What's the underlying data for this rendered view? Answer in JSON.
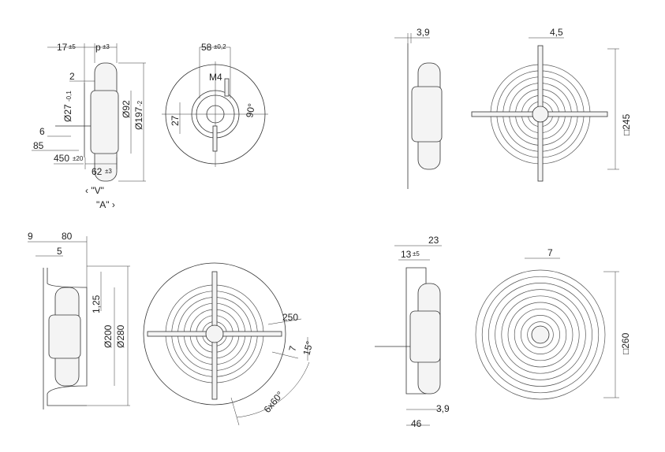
{
  "drawing": {
    "view1_side": {
      "dim_17": "17",
      "tol_17": "±5",
      "dim_p": "p",
      "tol_p": "±3",
      "dim_2": "2",
      "dim_d27": "Ø27",
      "tol_d27": "-0,1",
      "dim_6": "6",
      "dim_85": "85",
      "dim_450": "450",
      "tol_450": "±20",
      "dim_62": "62",
      "tol_62": "±3",
      "dim_d92": "Ø92",
      "dim_d197": "Ø197",
      "tol_d197": "-2",
      "direction_v": "‹ \"V\"",
      "direction_a": "\"A\" ›"
    },
    "view1_front": {
      "dim_58": "58",
      "tol_58": "±0,2",
      "thread_m4": "M4",
      "dim_27": "27",
      "angle_90": "90°"
    },
    "view2_side": {
      "dim_3_9": "3,9"
    },
    "view2_front": {
      "dim_4_5": "4,5",
      "dim_245": "□245"
    },
    "view3_side": {
      "dim_9": "9",
      "dim_80": "80",
      "dim_5": "5",
      "dim_1_25": "1,25",
      "dim_d200": "Ø200",
      "dim_d280": "Ø280"
    },
    "view3_front": {
      "dim_250": "250",
      "dim_7": "7",
      "angle_15": "15°",
      "angle_6x60": "6x60°"
    },
    "view4_side": {
      "dim_23": "23",
      "dim_13": "13",
      "tol_13": "±5",
      "dim_3_9": "3,9",
      "dim_46": "46"
    },
    "view4_front": {
      "dim_7": "7",
      "dim_260": "□260"
    }
  }
}
